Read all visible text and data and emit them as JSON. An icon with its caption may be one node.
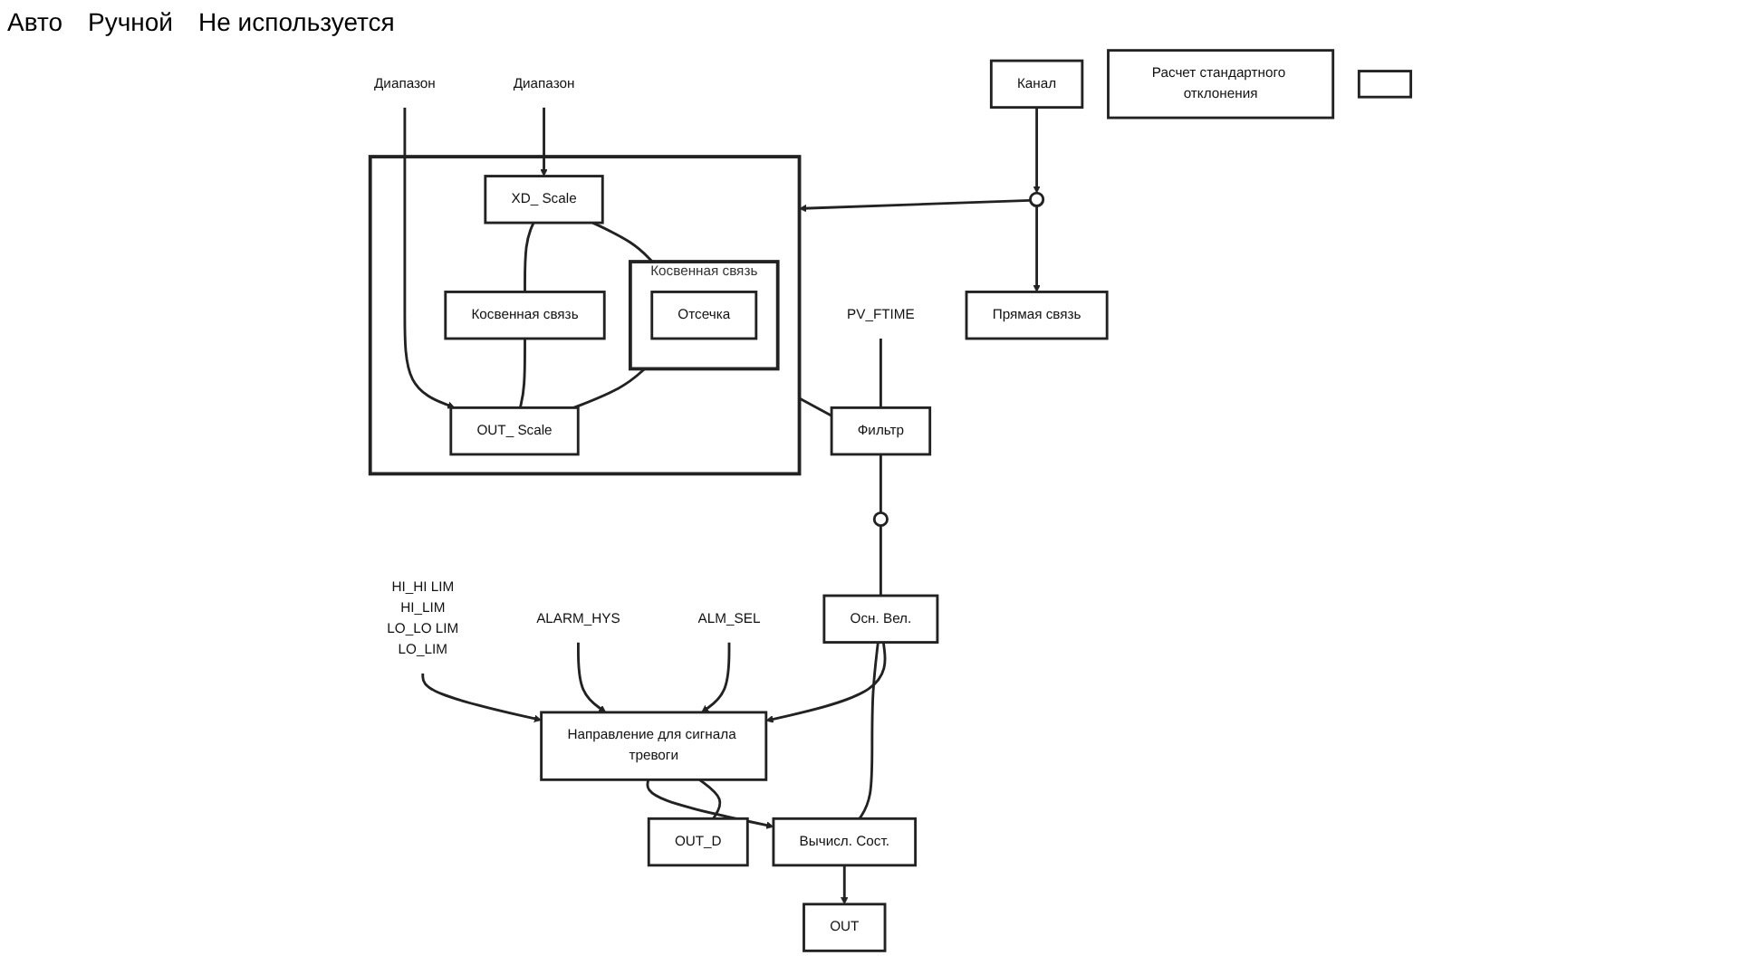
{
  "diagram": {
    "nodes": [
      {
        "text": [
          "Канал"
        ]
      },
      {
        "text": [
          "Расчет стандартного отклонения"
        ]
      },
      {
        "text": [
          "HI_HI LIM",
          "HI_LIM",
          "LO_LO LIM",
          "LO_LIM"
        ]
      },
      {
        "text": [
          "ALARM_HYS"
        ]
      },
      {
        "text": [
          "ALM_SEL"
        ]
      },
      {
        "text": [
          "Направление для сигнала тревоги"
        ]
      },
      {
        "text": [
          "OUT_D"
        ]
      },
      {
        "text": [],
        "shape": "box"
      },
      {
        "text": [
          "Прямая связь"
        ]
      },
      {
        "text": [],
        "shape": "circle"
      },
      {
        "text": [],
        "shape": "box"
      },
      {
        "text": [
          "XD_ Scale"
        ],
        "in": 10
      },
      {
        "text": [
          "Косвенная связь"
        ],
        "in": 10
      },
      {
        "text": [
          "Косвенная связь"
        ],
        "in": 10
      },
      {
        "text": [
          "Отсечка"
        ],
        "in": 13
      },
      {
        "text": [
          "OUT_ Scale"
        ],
        "in": 10
      },
      {
        "text": [
          "Диапазон"
        ]
      },
      {
        "text": [
          "Диапазон"
        ]
      },
      {
        "text": [
          "Фильтр"
        ]
      },
      {
        "text": [
          "PV_FTIME"
        ]
      },
      {
        "text": [],
        "shape": "circle"
      },
      {
        "text": [
          "Осн. Вел."
        ]
      },
      {
        "text": [
          "Вычисл. Сост."
        ]
      },
      {
        "text": [
          "OUT"
        ]
      }
    ],
    "edges": [
      {
        "from": 0,
        "to": 9,
        "arrow": "to"
      },
      {
        "from": 9,
        "to": 8,
        "arrow": "to"
      },
      {
        "from": 9,
        "to": 10,
        "arrow": "to"
      },
      {
        "from": 16,
        "to": 11,
        "arrow": "to"
      },
      {
        "from": 17,
        "to": 15,
        "arrow": "to"
      },
      {
        "from": 11,
        "to": 12,
        "arrow": "none"
      },
      {
        "from": 11,
        "to": 13,
        "arrow": "none"
      },
      {
        "from": 12,
        "to": 15,
        "arrow": "none"
      },
      {
        "from": 13,
        "to": 15,
        "arrow": "none"
      },
      {
        "from": 10,
        "to": 18,
        "arrow": "none"
      },
      {
        "from": 19,
        "to": 18,
        "arrow": "none"
      },
      {
        "from": 18,
        "to": 20,
        "arrow": "none"
      },
      {
        "from": 20,
        "to": 21,
        "arrow": "none"
      },
      {
        "from": 21,
        "to": 22,
        "arrow": "none"
      },
      {
        "from": 21,
        "to": 5,
        "arrow": "to"
      },
      {
        "from": 5,
        "to": 22,
        "arrow": "to"
      },
      {
        "from": 22,
        "to": 23,
        "arrow": "to"
      },
      {
        "from": 2,
        "to": 5,
        "arrow": "to"
      },
      {
        "from": 3,
        "to": 5,
        "arrow": "to"
      },
      {
        "from": 4,
        "to": 5,
        "arrow": "to"
      },
      {
        "from": 5,
        "to": 6,
        "arrow": "none"
      }
    ],
    "labels": [
      "Авто",
      "Ручной",
      "Не используется"
    ]
  }
}
